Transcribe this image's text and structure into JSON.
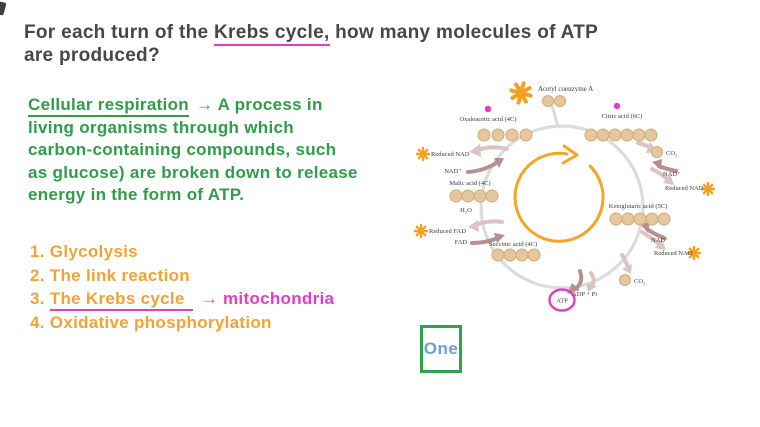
{
  "question": {
    "line1_pre": "For each turn of the ",
    "line1_underlined": "Krebs cycle,",
    "line1_post": " how many molecules of ATP",
    "line2": "are produced?"
  },
  "definition": {
    "term": "Cellular respiration",
    "line1_rest": "→ A process in",
    "line2": "living organisms through which",
    "line3": "carbon-containing compounds, such",
    "line4": "as glucose) are broken down to release",
    "line5": "energy in the form of ATP."
  },
  "steps": {
    "item1": "1. Glycolysis",
    "item2": "2. The link reaction",
    "item3_number": "3.",
    "item3_underlined": "The Krebs cycle",
    "item3_note": "→ mitochondria",
    "item4": "4. Oxidative phosphorylation"
  },
  "diagram": {
    "acetyl": "Acetyl coenzyme A",
    "oxaloacetic": "Oxaloacetic acid (4C)",
    "citric": "Citric acid (6C)",
    "reduced_nad_left": "Reduced NAD",
    "nad_left": "NAD⁺",
    "malic": "Malic acid (4C)",
    "water": "H₂O",
    "reduced_fad": "Reduced FAD",
    "fad": "FAD",
    "succinic": "Succinic acid (4C)",
    "adp": "ADP + Pi",
    "atp": "ATP",
    "co2_right": "CO₂",
    "nad_right_top": "NAD⁺",
    "reduced_nad_right_top": "Reduced NAD",
    "ketoglutaric": "Ketoglutaric acid (5C)",
    "nad_right_bottom": "NAD⁺",
    "reduced_nad_right_bottom": "Reduced NAD",
    "co2_bottom": "CO₂"
  },
  "answer": {
    "label": "One"
  },
  "colors": {
    "text_dark": "#474747",
    "magenta": "#e43cc6",
    "green": "#2f9e48",
    "orange": "#f2a333",
    "blue": "#6b9fd8",
    "box_green": "#2ca44e",
    "tan": "#e6c79d",
    "tan_border": "#d2ab79",
    "ring_grey": "#d9dde0",
    "cycle_orange": "#f6a426",
    "arrow_light": "#dcc3c2",
    "arrow_dark": "#b5908e",
    "label_dark": "#3b3b3b",
    "star_orange": "#f5a020"
  }
}
